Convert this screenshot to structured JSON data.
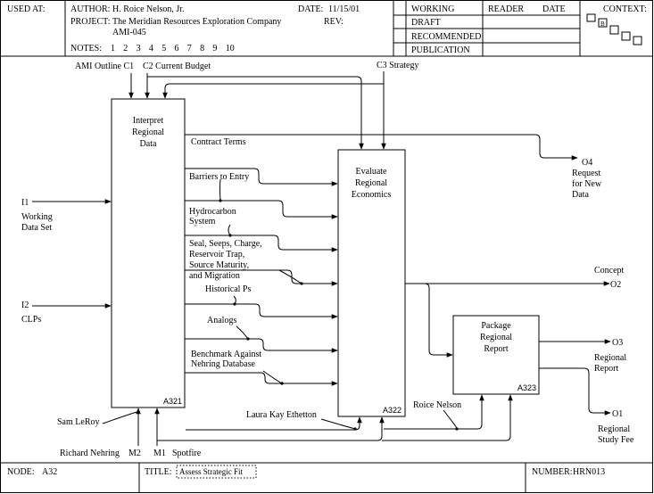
{
  "header": {
    "used_at_label": "USED AT:",
    "author_label": "AUTHOR:",
    "author": "H. Roice Nelson, Jr.",
    "date_label": "DATE:",
    "date": "11/15/01",
    "project_label": "PROJECT:",
    "project": "The Meridian Resources Exploration Company",
    "rev_label": "REV:",
    "project_code": "AMI-045",
    "notes_label": "NOTES:",
    "notes": [
      "1",
      "2",
      "3",
      "4",
      "5",
      "6",
      "7",
      "8",
      "9",
      "10"
    ],
    "status": [
      "WORKING",
      "DRAFT",
      "RECOMMENDED",
      "PUBLICATION"
    ],
    "reader_label": "READER",
    "reader_date_label": "DATE",
    "context_label": "CONTEXT:",
    "context_mark": "B"
  },
  "footer": {
    "node_label": "NODE:",
    "node": "A32",
    "title_label": "TITLE:",
    "title": "Assess Strategic Fit",
    "number_label": "NUMBER:",
    "number": "HRN013"
  },
  "boxes": {
    "interpret": {
      "lines": [
        "Interpret",
        "Regional",
        "Data"
      ],
      "id": "A321"
    },
    "evaluate": {
      "lines": [
        "Evaluate",
        "Regional",
        "Economics"
      ],
      "id": "A322"
    },
    "package": {
      "lines": [
        "Package",
        "Regional",
        "Report"
      ],
      "id": "A323"
    }
  },
  "controls": {
    "c1": "AMI Outline  C1",
    "c2": "C2  Current Budget",
    "c3": "C3  Strategy"
  },
  "inputs": {
    "i1_code": "I1",
    "i1_lines": [
      "Working",
      "Data Set"
    ],
    "i2_code": "I2",
    "i2_lines": [
      "CLPs"
    ]
  },
  "mechanisms": {
    "m2_name": "Richard Nehring",
    "m2_code": "M2",
    "m1_code": "M1",
    "m1_name": "Spotfire",
    "sam": "Sam LeRoy",
    "laura": "Laura Kay Ethetton",
    "roice": "Roice Nelson"
  },
  "arrows": {
    "contract": "Contract Terms",
    "barriers": "Barriers to Entry",
    "hydro": [
      "Hydrocarbon",
      "System"
    ],
    "seal": [
      "Seal, Seeps, Charge,",
      "Reservoir Trap,",
      "Source Maturity,",
      "and Migration"
    ],
    "historical": "Historical Ps",
    "analogs": "Analogs",
    "benchmark": [
      "Benchmark Against",
      "Nehring Database"
    ]
  },
  "outputs": {
    "o4_code": "O4",
    "o4_lines": [
      "Request",
      "for New",
      "Data"
    ],
    "o2_label": "Concept",
    "o2_code": "O2",
    "o3_code": "O3",
    "o3_lines": [
      "Regional",
      "Report"
    ],
    "o1_code": "O1",
    "o1_lines": [
      "Regional",
      "Study Fee"
    ]
  }
}
